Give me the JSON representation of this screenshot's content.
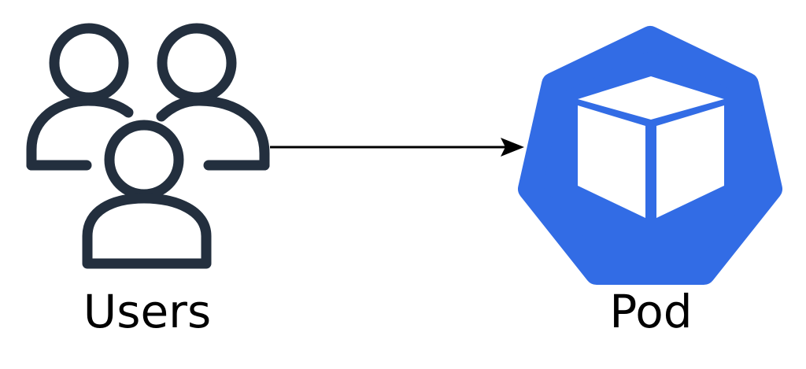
{
  "nodes": {
    "users": {
      "label": "Users",
      "icon": "users-group-icon",
      "stroke_color": "#232f3e"
    },
    "pod": {
      "label": "Pod",
      "icon": "kubernetes-pod-icon",
      "fill_color": "#326ce5",
      "glyph_color": "#ffffff"
    }
  },
  "edges": [
    {
      "from": "users",
      "to": "pod",
      "style": "solid-arrow",
      "color": "#000000"
    }
  ]
}
